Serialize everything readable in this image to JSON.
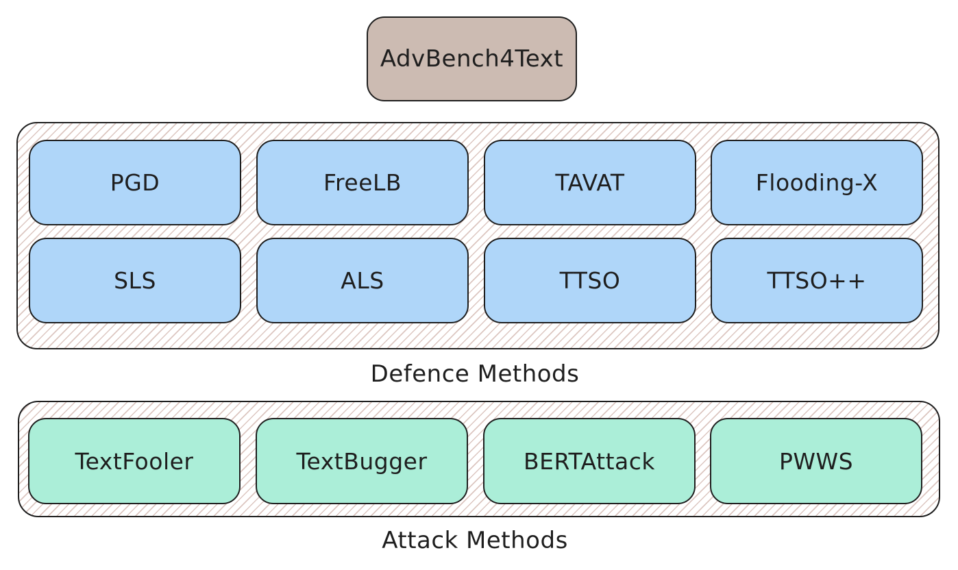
{
  "title": "AdvBench4Text",
  "defence": {
    "label": "Defence Methods",
    "methods": [
      "PGD",
      "FreeLB",
      "TAVAT",
      "Flooding-X",
      "SLS",
      "ALS",
      "TTSO",
      "TTSO++"
    ]
  },
  "attack": {
    "label": "Attack Methods",
    "methods": [
      "TextFooler",
      "TextBugger",
      "BERTAttack",
      "PWWS"
    ]
  },
  "colors": {
    "title_fill": "#ccbbb2",
    "defence_fill": "#afd6f9",
    "attack_fill": "#abeed8",
    "stroke": "#1e1e1e",
    "hatch": "#dcc6c0"
  }
}
